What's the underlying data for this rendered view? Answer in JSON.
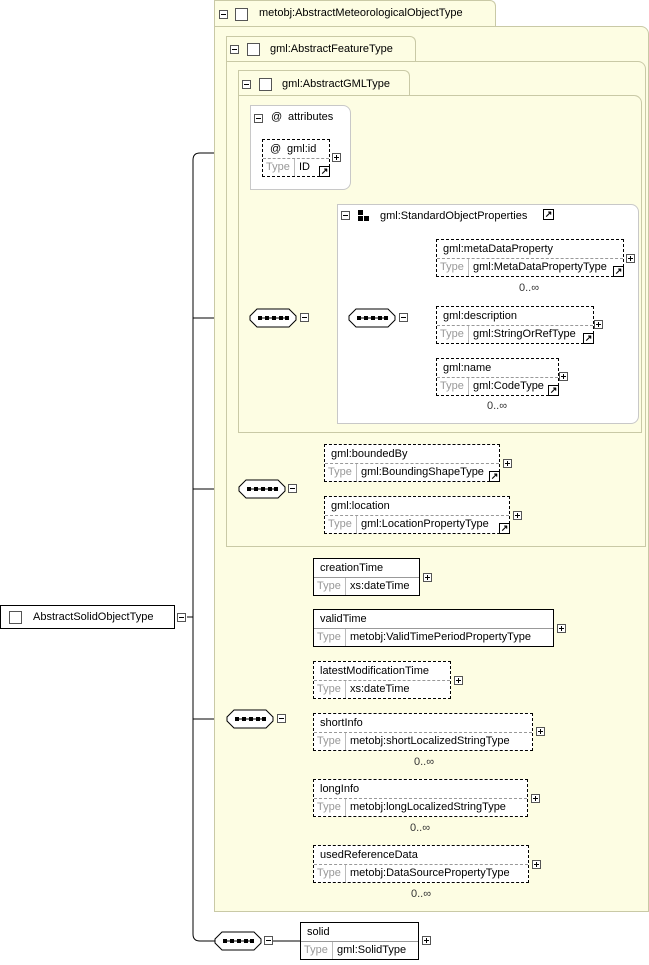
{
  "root": {
    "name": "AbstractSolidObjectType"
  },
  "extension_meteo": {
    "type_name": "metobj:AbstractMeteorologicalObjectType"
  },
  "extension_feature": {
    "type_name": "gml:AbstractFeatureType"
  },
  "extension_gml": {
    "type_name": "gml:AbstractGMLType"
  },
  "attributes": {
    "label": "attributes",
    "at_symbol": "@",
    "id_attr": {
      "name": "gml:id",
      "type_key": "Type",
      "type": "ID"
    }
  },
  "standard_props": {
    "group_name": "gml:StandardObjectProperties",
    "elements": [
      {
        "name": "gml:metaDataProperty",
        "type_key": "Type",
        "type": "gml:MetaDataPropertyType",
        "occurs": "0..∞"
      },
      {
        "name": "gml:description",
        "type_key": "Type",
        "type": "gml:StringOrRefType",
        "occurs": ""
      },
      {
        "name": "gml:name",
        "type_key": "Type",
        "type": "gml:CodeType",
        "occurs": "0..∞"
      }
    ]
  },
  "feature_elements": [
    {
      "name": "gml:boundedBy",
      "type_key": "Type",
      "type": "gml:BoundingShapeType"
    },
    {
      "name": "gml:location",
      "type_key": "Type",
      "type": "gml:LocationPropertyType"
    }
  ],
  "meteo_elements": [
    {
      "name": "creationTime",
      "type_key": "Type",
      "type": "xs:dateTime",
      "occurs": ""
    },
    {
      "name": "validTime",
      "type_key": "Type",
      "type": "metobj:ValidTimePeriodPropertyType",
      "occurs": ""
    },
    {
      "name": "latestModificationTime",
      "type_key": "Type",
      "type": "xs:dateTime",
      "occurs": ""
    },
    {
      "name": "shortInfo",
      "type_key": "Type",
      "type": "metobj:shortLocalizedStringType",
      "occurs": "0..∞"
    },
    {
      "name": "longInfo",
      "type_key": "Type",
      "type": "metobj:longLocalizedStringType",
      "occurs": "0..∞"
    },
    {
      "name": "usedReferenceData",
      "type_key": "Type",
      "type": "metobj:DataSourcePropertyType",
      "occurs": "0..∞"
    }
  ],
  "solid_element": {
    "name": "solid",
    "type_key": "Type",
    "type": "gml:SolidType"
  },
  "icons": {
    "collapse": "minus-box-icon",
    "expand": "plus-box-icon",
    "sequence": "sequence-compositor-icon",
    "link": "type-link-arrow-icon",
    "group": "group-icon",
    "link_glyph": "↗"
  }
}
